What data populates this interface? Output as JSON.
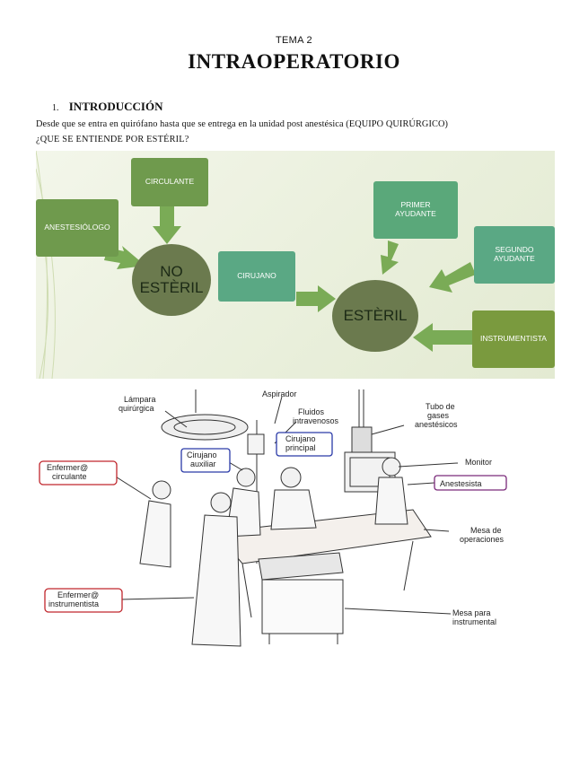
{
  "header": {
    "kicker": "TEMA 2",
    "title": "INTRAOPERATORIO"
  },
  "section": {
    "number": "1.",
    "heading": "INTRODUCCIÓN"
  },
  "paragraphs": {
    "line1": "Desde que se entra en quirófano hasta que se entrega en la unidad post anestésica (EQUIPO QUIRÚRGICO)",
    "line2": "¿QUE SE ENTIENDE POR ESTÉRIL?"
  },
  "diagram": {
    "anestesiologo": "ANESTESIÓLOGO",
    "circulante": "CIRCULANTE",
    "no_esteril": "NO ESTÈRIL",
    "cirujano": "CIRUJANO",
    "primer": "PRIMER AYUDANTE",
    "segundo": "SEGUNDO AYUDANTE",
    "esteril": "ESTÈRIL",
    "instrumentista": "INSTRUMENTISTA",
    "colors": {
      "dark_green": "#6f9a4d",
      "teal": "#5aa884",
      "circle": "#6b7a4e",
      "arrow": "#7aab56"
    }
  },
  "illustration": {
    "lampara": [
      "Lámpara",
      "quirúrgica"
    ],
    "aspirador": "Aspirador",
    "fluidos": [
      "Fluidos",
      "intravenosos"
    ],
    "tubo": [
      "Tubo de",
      "gases",
      "anestésicos"
    ],
    "cir_aux": [
      "Cirujano",
      "auxiliar"
    ],
    "cir_princ": [
      "Cirujano",
      "principal"
    ],
    "monitor": "Monitor",
    "enf_circ": [
      "Enfermer@",
      "circulante"
    ],
    "anestesista": "Anestesista",
    "mesa_oper": [
      "Mesa de",
      "operaciones"
    ],
    "enf_inst": [
      "Enfermer@",
      "instrumentista"
    ],
    "mesa_inst": [
      "Mesa para",
      "instrumental"
    ]
  }
}
